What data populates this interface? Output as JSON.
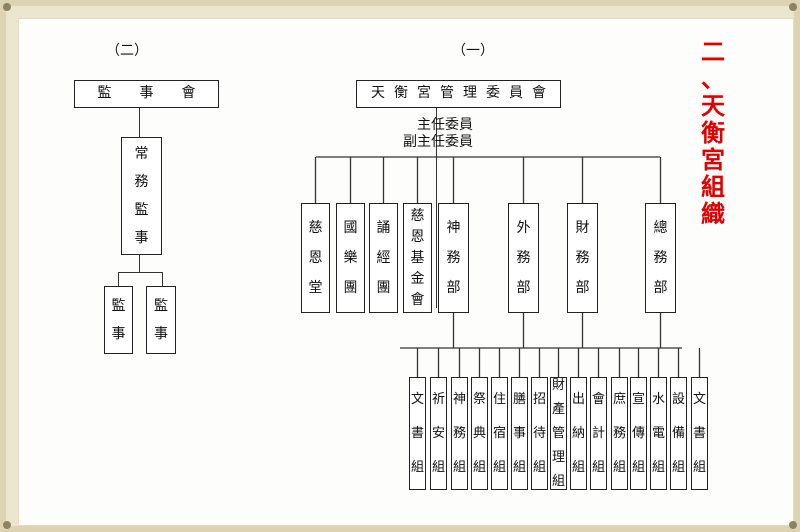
{
  "title": "二、天衡宮組織",
  "left_chart": {
    "heading": "（二）",
    "top_box": "監　　事　　會",
    "mid_box": "常務監事",
    "bottom_boxes": [
      "監事",
      "監事"
    ]
  },
  "right_chart": {
    "heading": "（一）",
    "top_box": "天衡宮管理委員會",
    "chair_lines": [
      "主任委員",
      "副主任委員"
    ],
    "units": [
      "慈恩堂",
      "國樂團",
      "誦經團",
      "慈恩基金會",
      "神務部",
      "外務部",
      "財務部",
      "總務部"
    ],
    "groups": [
      "文書組",
      "祈安組",
      "神務組",
      "祭典組",
      "住宿組",
      "膳事組",
      "招待組",
      "財產管理組",
      "出納組",
      "會計組",
      "庶務組",
      "宣傳組",
      "水電組",
      "設備組",
      "文書組"
    ]
  }
}
